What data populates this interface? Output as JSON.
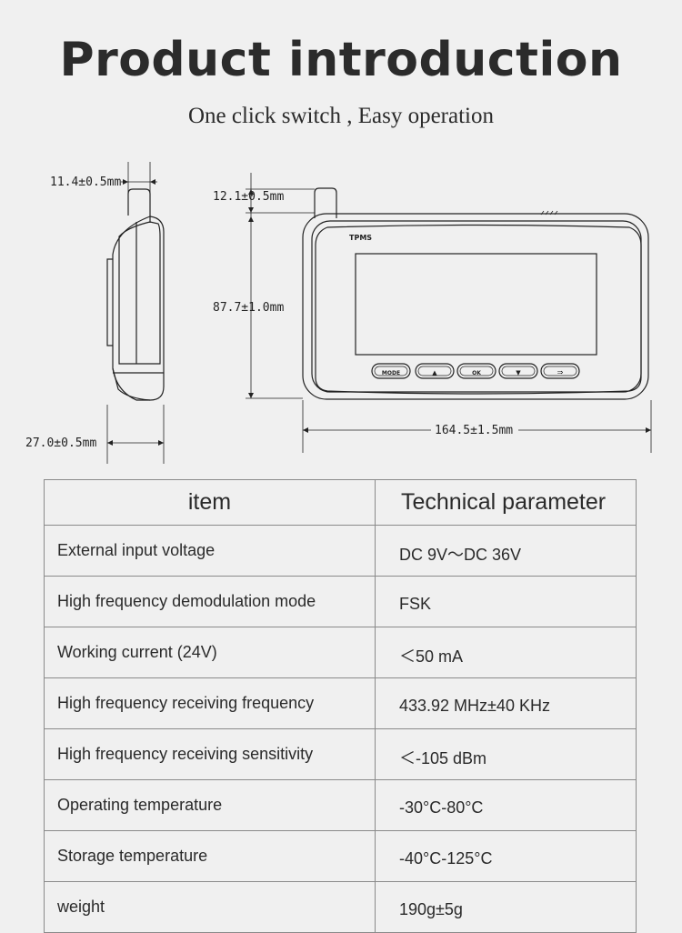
{
  "header": {
    "title": "Product introduction",
    "subtitle": "One click switch , Easy operation"
  },
  "dimensions": {
    "side_width": "11.4±0.5mm",
    "side_depth": "27.0±0.5mm",
    "antenna_height": "12.1±0.5mm",
    "front_height": "87.7±1.0mm",
    "front_width": "164.5±1.5mm"
  },
  "device": {
    "brand_label": "TPMS",
    "buttons": [
      "MODE",
      "▲",
      "OK",
      "▼",
      "⇒"
    ]
  },
  "spec_table": {
    "headers": {
      "item": "item",
      "param": "Technical parameter"
    },
    "rows": [
      {
        "item": "External input voltage",
        "value": "DC 9V～DC 36V"
      },
      {
        "item": "High frequency demodulation mode",
        "value": "FSK"
      },
      {
        "item": "Working current (24V)",
        "value": "＜50 mA"
      },
      {
        "item": "High frequency receiving frequency",
        "value": "433.92 MHz±40 KHz"
      },
      {
        "item": "High frequency receiving sensitivity",
        "value": "＜-105 dBm"
      },
      {
        "item": "Operating temperature",
        "value": "-30°C-80°C"
      },
      {
        "item": "Storage temperature",
        "value": "-40°C-125°C"
      },
      {
        "item": "weight",
        "value": "190g±5g"
      }
    ]
  }
}
